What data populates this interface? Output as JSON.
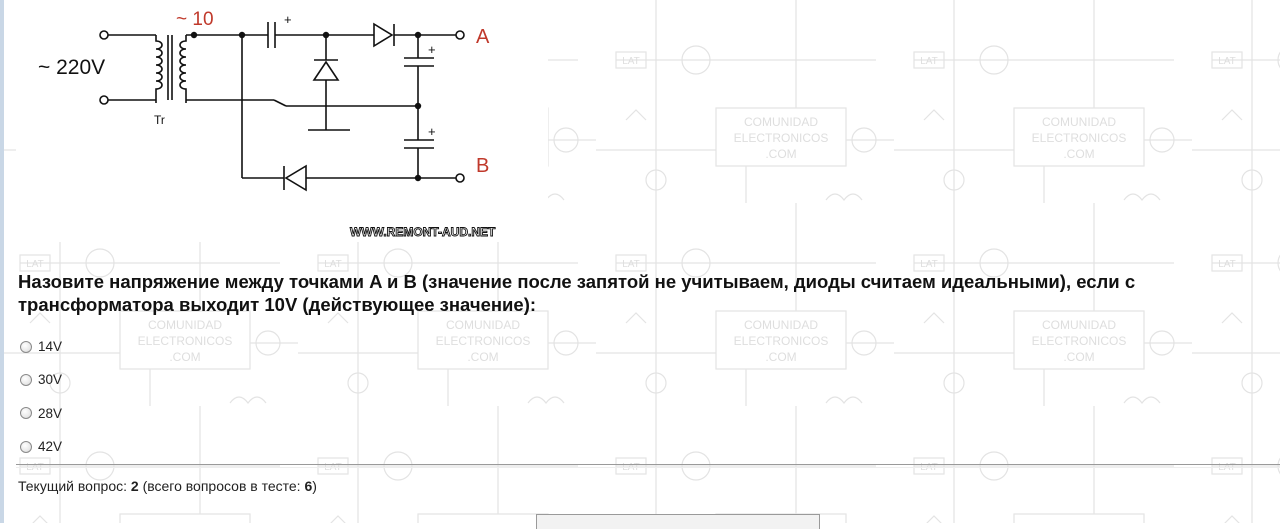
{
  "background": {
    "watermark_text": [
      "COMUNIDAD",
      "ELECTRONICOS",
      ".COM"
    ],
    "badge": "LAT"
  },
  "diagram": {
    "source_label": "~ 220V",
    "turns_label": "~ 10",
    "transformer_label": "Tr",
    "point_a": "A",
    "point_b": "B",
    "watermark": "WWW.REMONT-AUD.NET",
    "red_label_color": "#c0392b"
  },
  "question": {
    "text": "Назовите напряжение между точками A и B (значение после запятой не учитываем, диоды считаем идеальными), если с трансформатора выходит 10V (действующее значение):"
  },
  "options": [
    {
      "label": "14V"
    },
    {
      "label": "30V"
    },
    {
      "label": "28V"
    },
    {
      "label": "42V"
    }
  ],
  "progress": {
    "prefix": "Текущий вопрос:",
    "current": "2",
    "middle": "(всего вопросов в тесте:",
    "total": "6",
    "suffix": ")"
  }
}
